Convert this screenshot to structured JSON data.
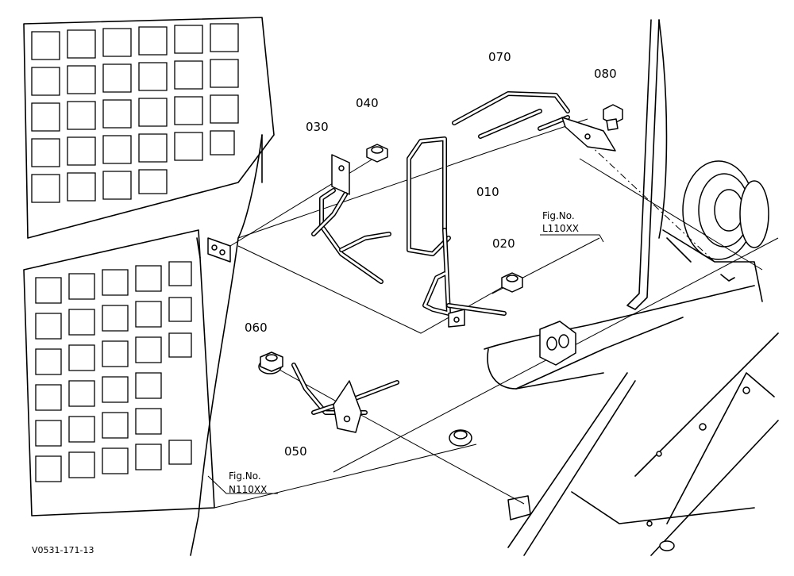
{
  "diagram": {
    "part_labels": [
      "070",
      "080",
      "040",
      "030",
      "010",
      "020",
      "060",
      "050"
    ],
    "figure_refs": [
      {
        "prefix": "Fig.No.",
        "code": "L110XX"
      },
      {
        "prefix": "Fig.No.",
        "code": "N110XX"
      }
    ],
    "drawing_code": "V0531-171-13"
  }
}
